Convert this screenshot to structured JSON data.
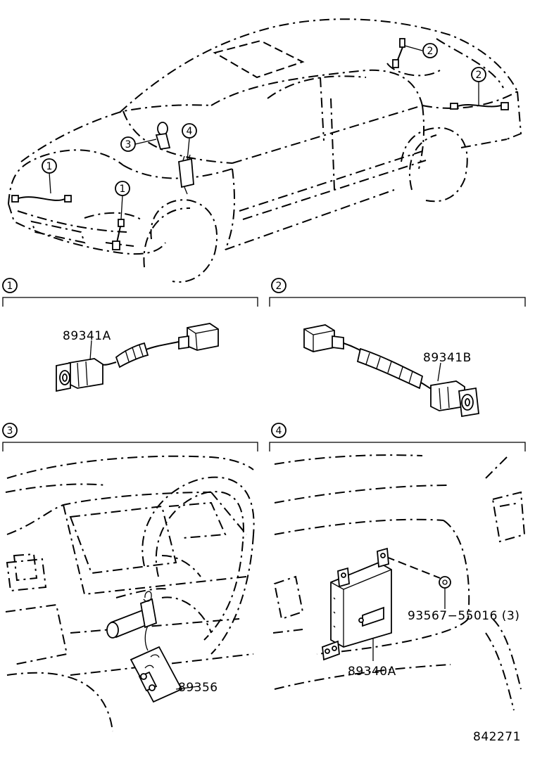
{
  "diagram": {
    "callouts": [
      "1",
      "2",
      "3",
      "4"
    ],
    "section_numbers": [
      "1",
      "2",
      "3",
      "4"
    ],
    "part_numbers": {
      "sensor_a": "89341A",
      "sensor_b": "89341B",
      "key_tag": "89356",
      "nut": "93567−55016 (3)",
      "computer": "89340A"
    },
    "figure_code": "842271"
  }
}
